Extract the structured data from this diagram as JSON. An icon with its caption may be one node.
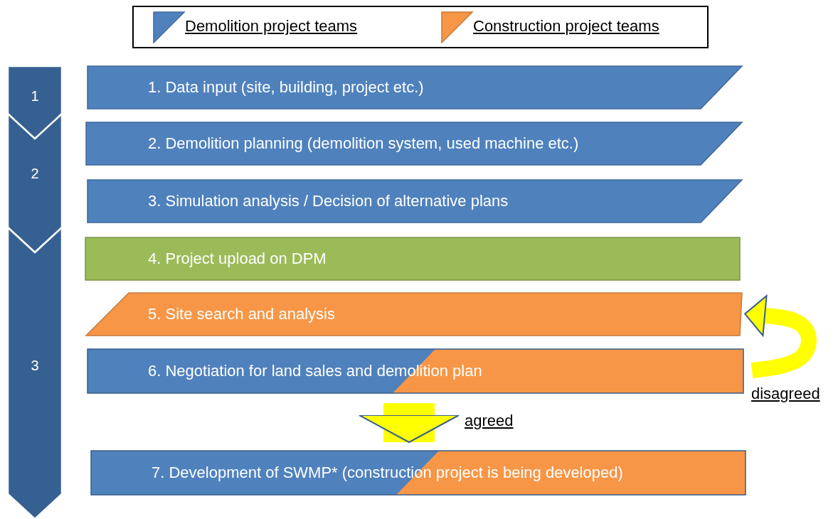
{
  "diagram": {
    "nodes": [
      {
        "text": [
          "1"
        ]
      },
      {
        "text": [
          "2"
        ]
      },
      {
        "text": [
          "3"
        ]
      },
      {
        "text": [
          "1. Data input (site, building, project etc.)"
        ]
      },
      {
        "text": [
          "2. Demolition planning (demolition system, used machine etc.)"
        ]
      },
      {
        "text": [
          "3. Simulation analysis / Decision of alternative plans"
        ]
      },
      {
        "text": [
          "4. Project upload on DPM"
        ]
      },
      {
        "text": [
          "5. Site search and analysis"
        ]
      },
      {
        "text": [
          "6. Negotiation for land sales and demolition plan"
        ]
      },
      {
        "text": [
          "7. Development of SWMP* (construction project is being developed)"
        ]
      }
    ],
    "edges": [
      {
        "from": 8,
        "to": 7,
        "arrow": "to",
        "label": "disagreed"
      },
      {
        "from": 8,
        "to": 9,
        "arrow": "to",
        "label": "agreed",
        "style": "thick"
      }
    ],
    "legend": [
      {
        "text": "Demolition project teams",
        "color": "#4f81bd"
      },
      {
        "text": "Construction project teams",
        "color": "#f79646"
      }
    ]
  }
}
